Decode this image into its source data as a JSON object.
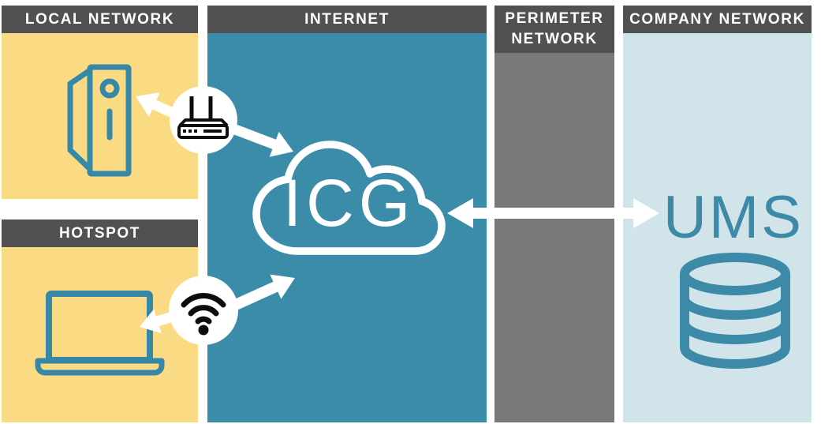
{
  "title": "ICG network architecture diagram",
  "panels": {
    "local": {
      "label": "LOCAL NETWORK"
    },
    "hotspot": {
      "label": "HOTSPOT"
    },
    "internet": {
      "label": "INTERNET",
      "node_label": "ICG"
    },
    "perimeter": {
      "label": "PERIMETER NETWORK"
    },
    "company": {
      "label": "COMPANY NETWORK",
      "node_label": "UMS"
    }
  },
  "icons": {
    "local": "pc-tower-icon",
    "hotspot": "laptop-icon",
    "internet": "cloud-icon",
    "company": "database-icon",
    "gateway": "router-icon",
    "wireless": "wifi-icon"
  },
  "connections": [
    {
      "from": "router",
      "to": "pc-tower",
      "style": "white-arrow"
    },
    {
      "from": "router",
      "to": "icg-cloud",
      "style": "white-arrow"
    },
    {
      "from": "wifi",
      "to": "icg-cloud",
      "style": "white-arrow"
    },
    {
      "from": "wifi",
      "to": "laptop",
      "style": "white-arrow"
    },
    {
      "from": "icg-cloud",
      "to": "ums",
      "style": "white-double-arrow"
    }
  ],
  "colors": {
    "panel_header": "#515052",
    "local_bg": "#FBDA84",
    "internet_bg": "#3A8CA9",
    "perimeter_bg": "#7A7979",
    "company_bg": "#D0E4E9",
    "icon_teal": "#3787A6",
    "node_text": "#3C89A8",
    "arrow": "#FFFFFF",
    "connector_glyph": "#0D0D0D"
  }
}
